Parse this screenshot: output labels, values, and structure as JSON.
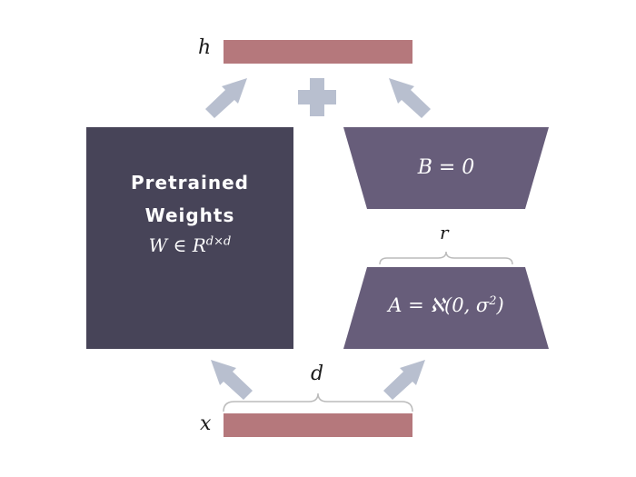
{
  "labels": {
    "h": "h",
    "x": "x",
    "d": "d",
    "r": "r"
  },
  "pretrained": {
    "title_line1": "Pretrained",
    "title_line2": "Weights",
    "eq_base": "W ∈ R",
    "eq_sup": "d×d"
  },
  "matrix_b": {
    "eq": "B = 0"
  },
  "matrix_a": {
    "eq_base": "A = ℵ(0, σ",
    "eq_sup": "2",
    "eq_end": ")"
  },
  "colors": {
    "vector": "#b5787c",
    "pretrained_block": "#474458",
    "lora_block": "#675d7a",
    "arrow": "#b8bfcf",
    "brace": "#bbbbbb"
  }
}
